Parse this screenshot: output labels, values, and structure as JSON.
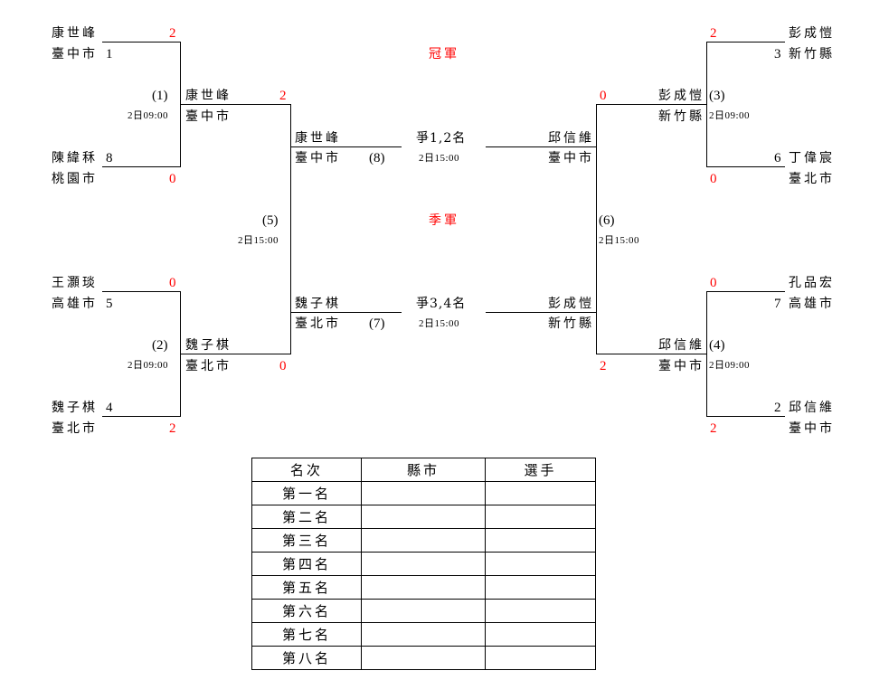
{
  "titles": {
    "champion": "冠軍",
    "third": "季軍"
  },
  "matches": {
    "m1": {
      "label": "(1)",
      "time": "2日09:00"
    },
    "m2": {
      "label": "(2)",
      "time": "2日09:00"
    },
    "m3": {
      "label": "(3)",
      "time": "2日09:00"
    },
    "m4": {
      "label": "(4)",
      "time": "2日09:00"
    },
    "m5": {
      "label": "(5)",
      "time": "2日15:00"
    },
    "m6": {
      "label": "(6)",
      "time": "2日15:00"
    },
    "m7": {
      "label": "(7)",
      "title": "爭3,4名",
      "time": "2日15:00"
    },
    "m8": {
      "label": "(8)",
      "title": "爭1,2名",
      "time": "2日15:00"
    }
  },
  "left": {
    "p1": {
      "name": "康世峰",
      "city": "臺中市",
      "seed": "1",
      "score": "2"
    },
    "p8": {
      "name": "陳緯秝",
      "city": "桃園市",
      "seed": "8",
      "score": "0"
    },
    "p5": {
      "name": "王灝琰",
      "city": "高雄市",
      "seed": "5",
      "score": "0"
    },
    "p4": {
      "name": "魏子棋",
      "city": "臺北市",
      "seed": "4",
      "score": "2"
    },
    "w1": {
      "name": "康世峰",
      "city": "臺中市",
      "score": "2"
    },
    "w2": {
      "name": "魏子棋",
      "city": "臺北市",
      "score": "0"
    },
    "final": {
      "name": "康世峰",
      "city": "臺中市"
    },
    "third": {
      "name": "魏子棋",
      "city": "臺北市"
    }
  },
  "right": {
    "p3": {
      "name": "彭成愷",
      "city": "新竹縣",
      "seed": "3",
      "score": "2"
    },
    "p6": {
      "name": "丁偉宸",
      "city": "臺北市",
      "seed": "6",
      "score": "0"
    },
    "p7": {
      "name": "孔品宏",
      "city": "高雄市",
      "seed": "7",
      "score": "0"
    },
    "p2": {
      "name": "邱信維",
      "city": "臺中市",
      "seed": "2",
      "score": "2"
    },
    "w3": {
      "name": "彭成愷",
      "city": "新竹縣",
      "score": "0"
    },
    "w4": {
      "name": "邱信維",
      "city": "臺中市",
      "score": "2"
    },
    "final": {
      "name": "邱信維",
      "city": "臺中市"
    },
    "third": {
      "name": "彭成愷",
      "city": "新竹縣"
    }
  },
  "ranking": {
    "headers": [
      "名次",
      "縣市",
      "選手"
    ],
    "rows": [
      {
        "rank": "第一名",
        "city": "",
        "player": ""
      },
      {
        "rank": "第二名",
        "city": "",
        "player": ""
      },
      {
        "rank": "第三名",
        "city": "",
        "player": ""
      },
      {
        "rank": "第四名",
        "city": "",
        "player": ""
      },
      {
        "rank": "第五名",
        "city": "",
        "player": ""
      },
      {
        "rank": "第六名",
        "city": "",
        "player": ""
      },
      {
        "rank": "第七名",
        "city": "",
        "player": ""
      },
      {
        "rank": "第八名",
        "city": "",
        "player": ""
      }
    ]
  }
}
